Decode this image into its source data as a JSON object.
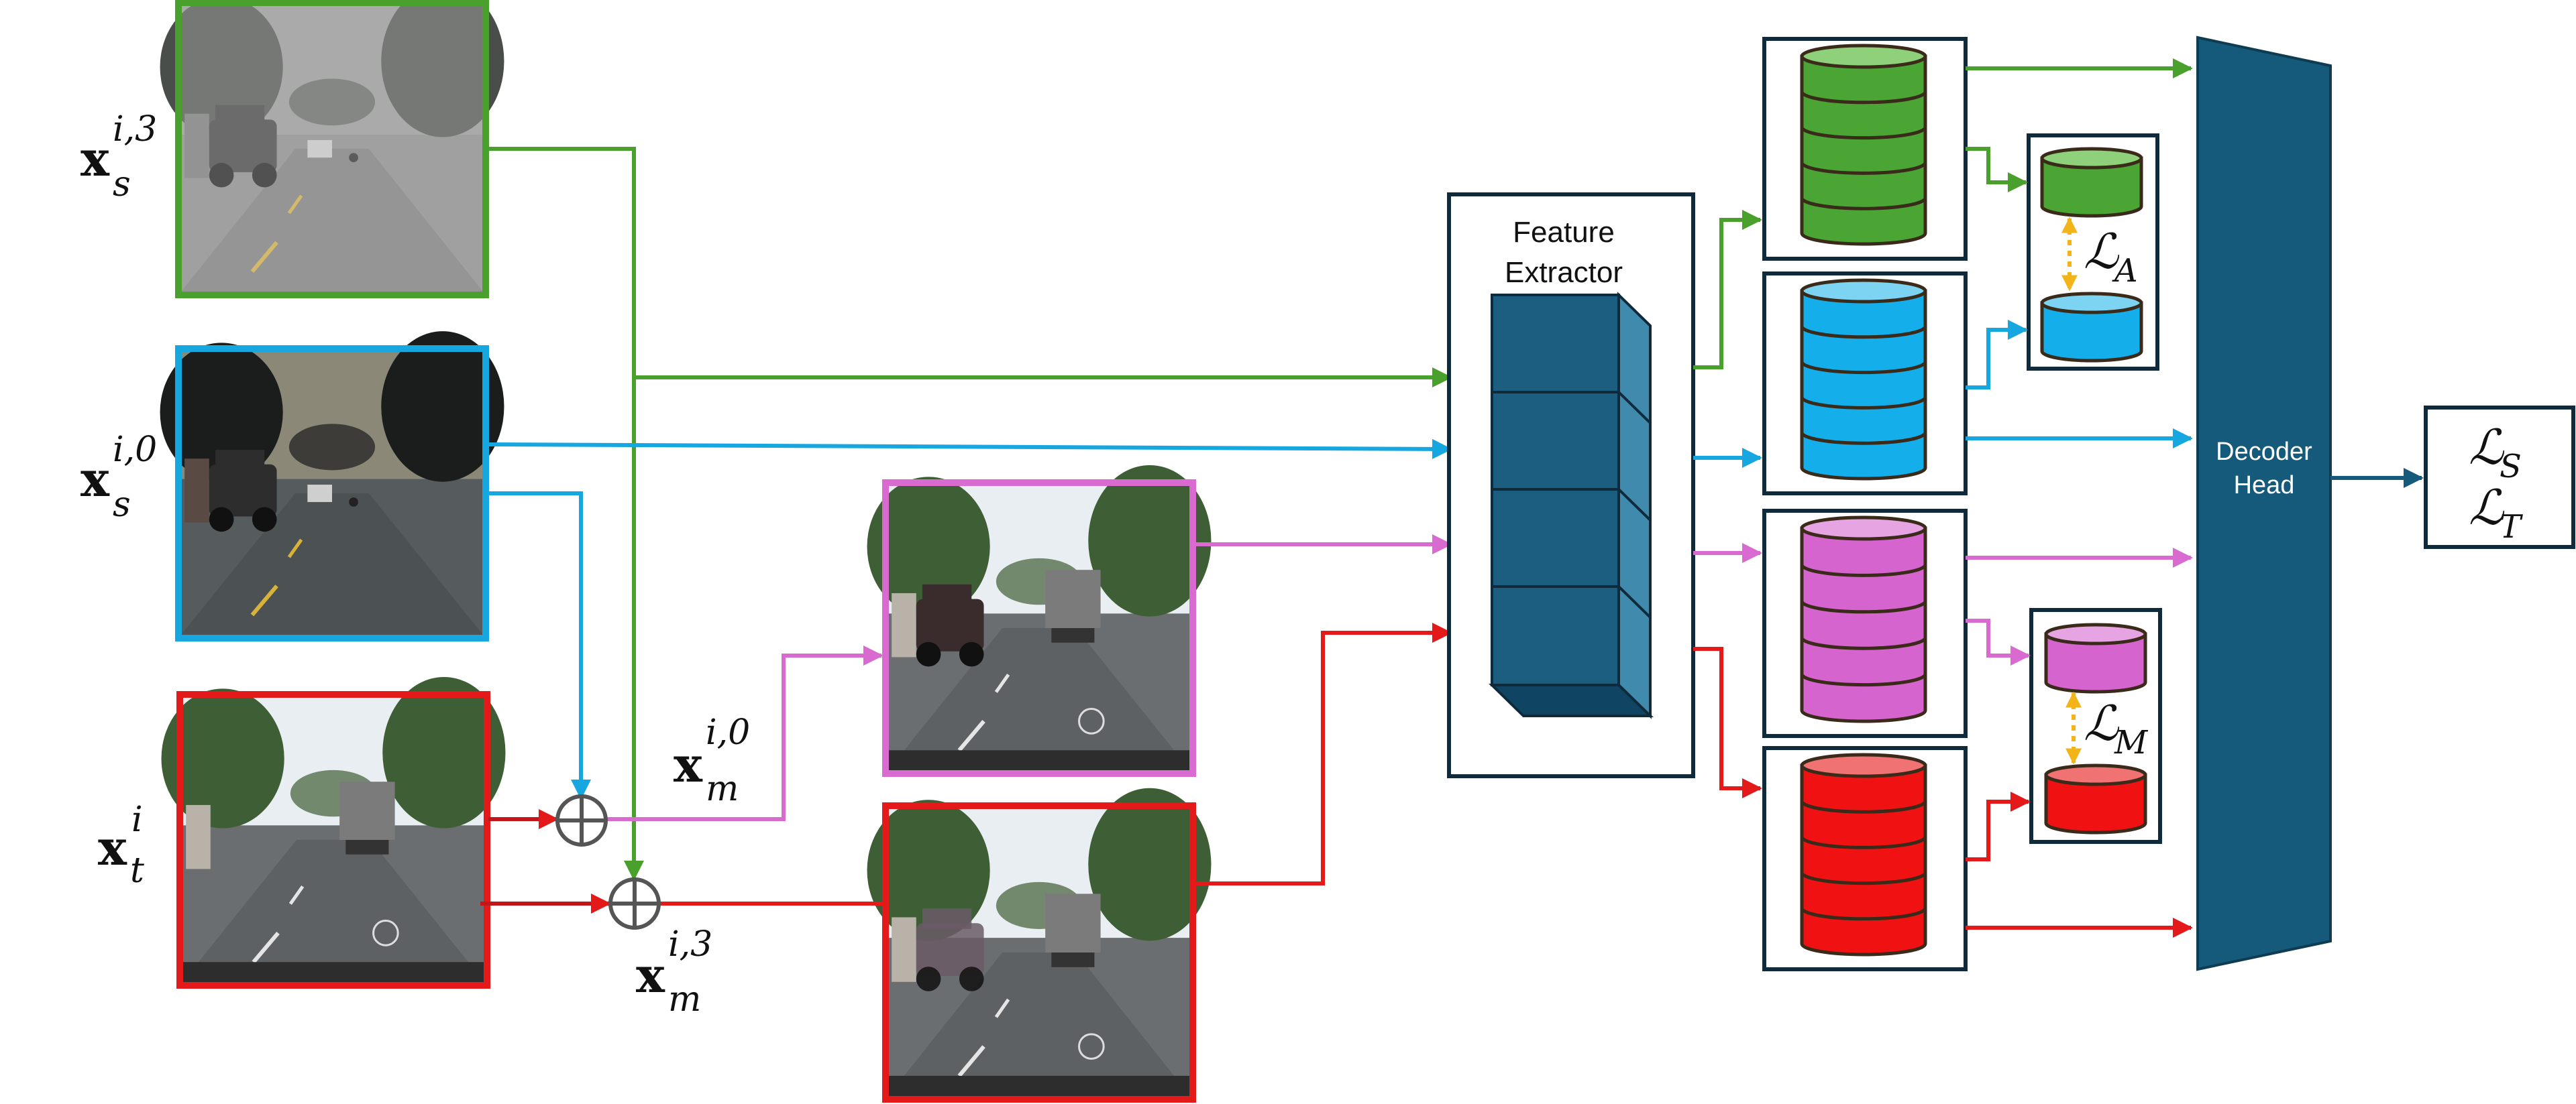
{
  "colors": {
    "green": "#4aa02c",
    "cyan": "#17a7e0",
    "pink": "#d86ad0",
    "red": "#e41a1a",
    "navy": "#155a7a",
    "cube_face": "#1b5e80",
    "cube_side": "#3f8aad",
    "cube_top": "#0f4563",
    "dashed": "#f2b418",
    "cylinder_outline": "#3a2a1a",
    "cylinder_green": "#4aa534",
    "cylinder_green_top": "#8fd07a",
    "cylinder_cyan": "#14aeea",
    "cylinder_cyan_top": "#7dd3f2",
    "cylinder_pink": "#d664ce",
    "cylinder_pink_top": "#e6a5e2",
    "cylinder_red": "#f01212",
    "cylinder_red_top": "#f07272"
  },
  "inputs": [
    {
      "id": "xs3",
      "base": "x",
      "sub": "s",
      "sup": "i,3",
      "frame": "green",
      "scene": "foggy-street-with-jeep"
    },
    {
      "id": "xs0",
      "base": "x",
      "sub": "s",
      "sup": "i,0",
      "frame": "cyan",
      "scene": "dusk-street-with-jeep"
    },
    {
      "id": "xt",
      "base": "x",
      "sub": "t",
      "sup": "i",
      "frame": "red",
      "scene": "street-with-truck"
    }
  ],
  "mixed": [
    {
      "id": "xm0",
      "base": "x",
      "sub": "m",
      "sup": "i,0",
      "frame": "pink",
      "scene": "street-with-jeep-and-truck"
    },
    {
      "id": "xm3",
      "base": "x",
      "sub": "m",
      "sup": "i,3",
      "frame": "red",
      "scene": "street-with-faded-jeep-and-truck"
    }
  ],
  "operators": {
    "mix_symbol": "⊕"
  },
  "feature_extractor": {
    "line1": "Feature",
    "line2": "Extractor"
  },
  "decoder": {
    "line1": "Decoder",
    "line2": "Head"
  },
  "loss_pairs": [
    {
      "id": "LA",
      "script": "ℒ",
      "sub": "A"
    },
    {
      "id": "LM",
      "script": "ℒ",
      "sub": "M"
    }
  ],
  "output_losses": [
    {
      "script": "ℒ",
      "sub": "S"
    },
    {
      "script": "ℒ",
      "sub": "T"
    }
  ]
}
